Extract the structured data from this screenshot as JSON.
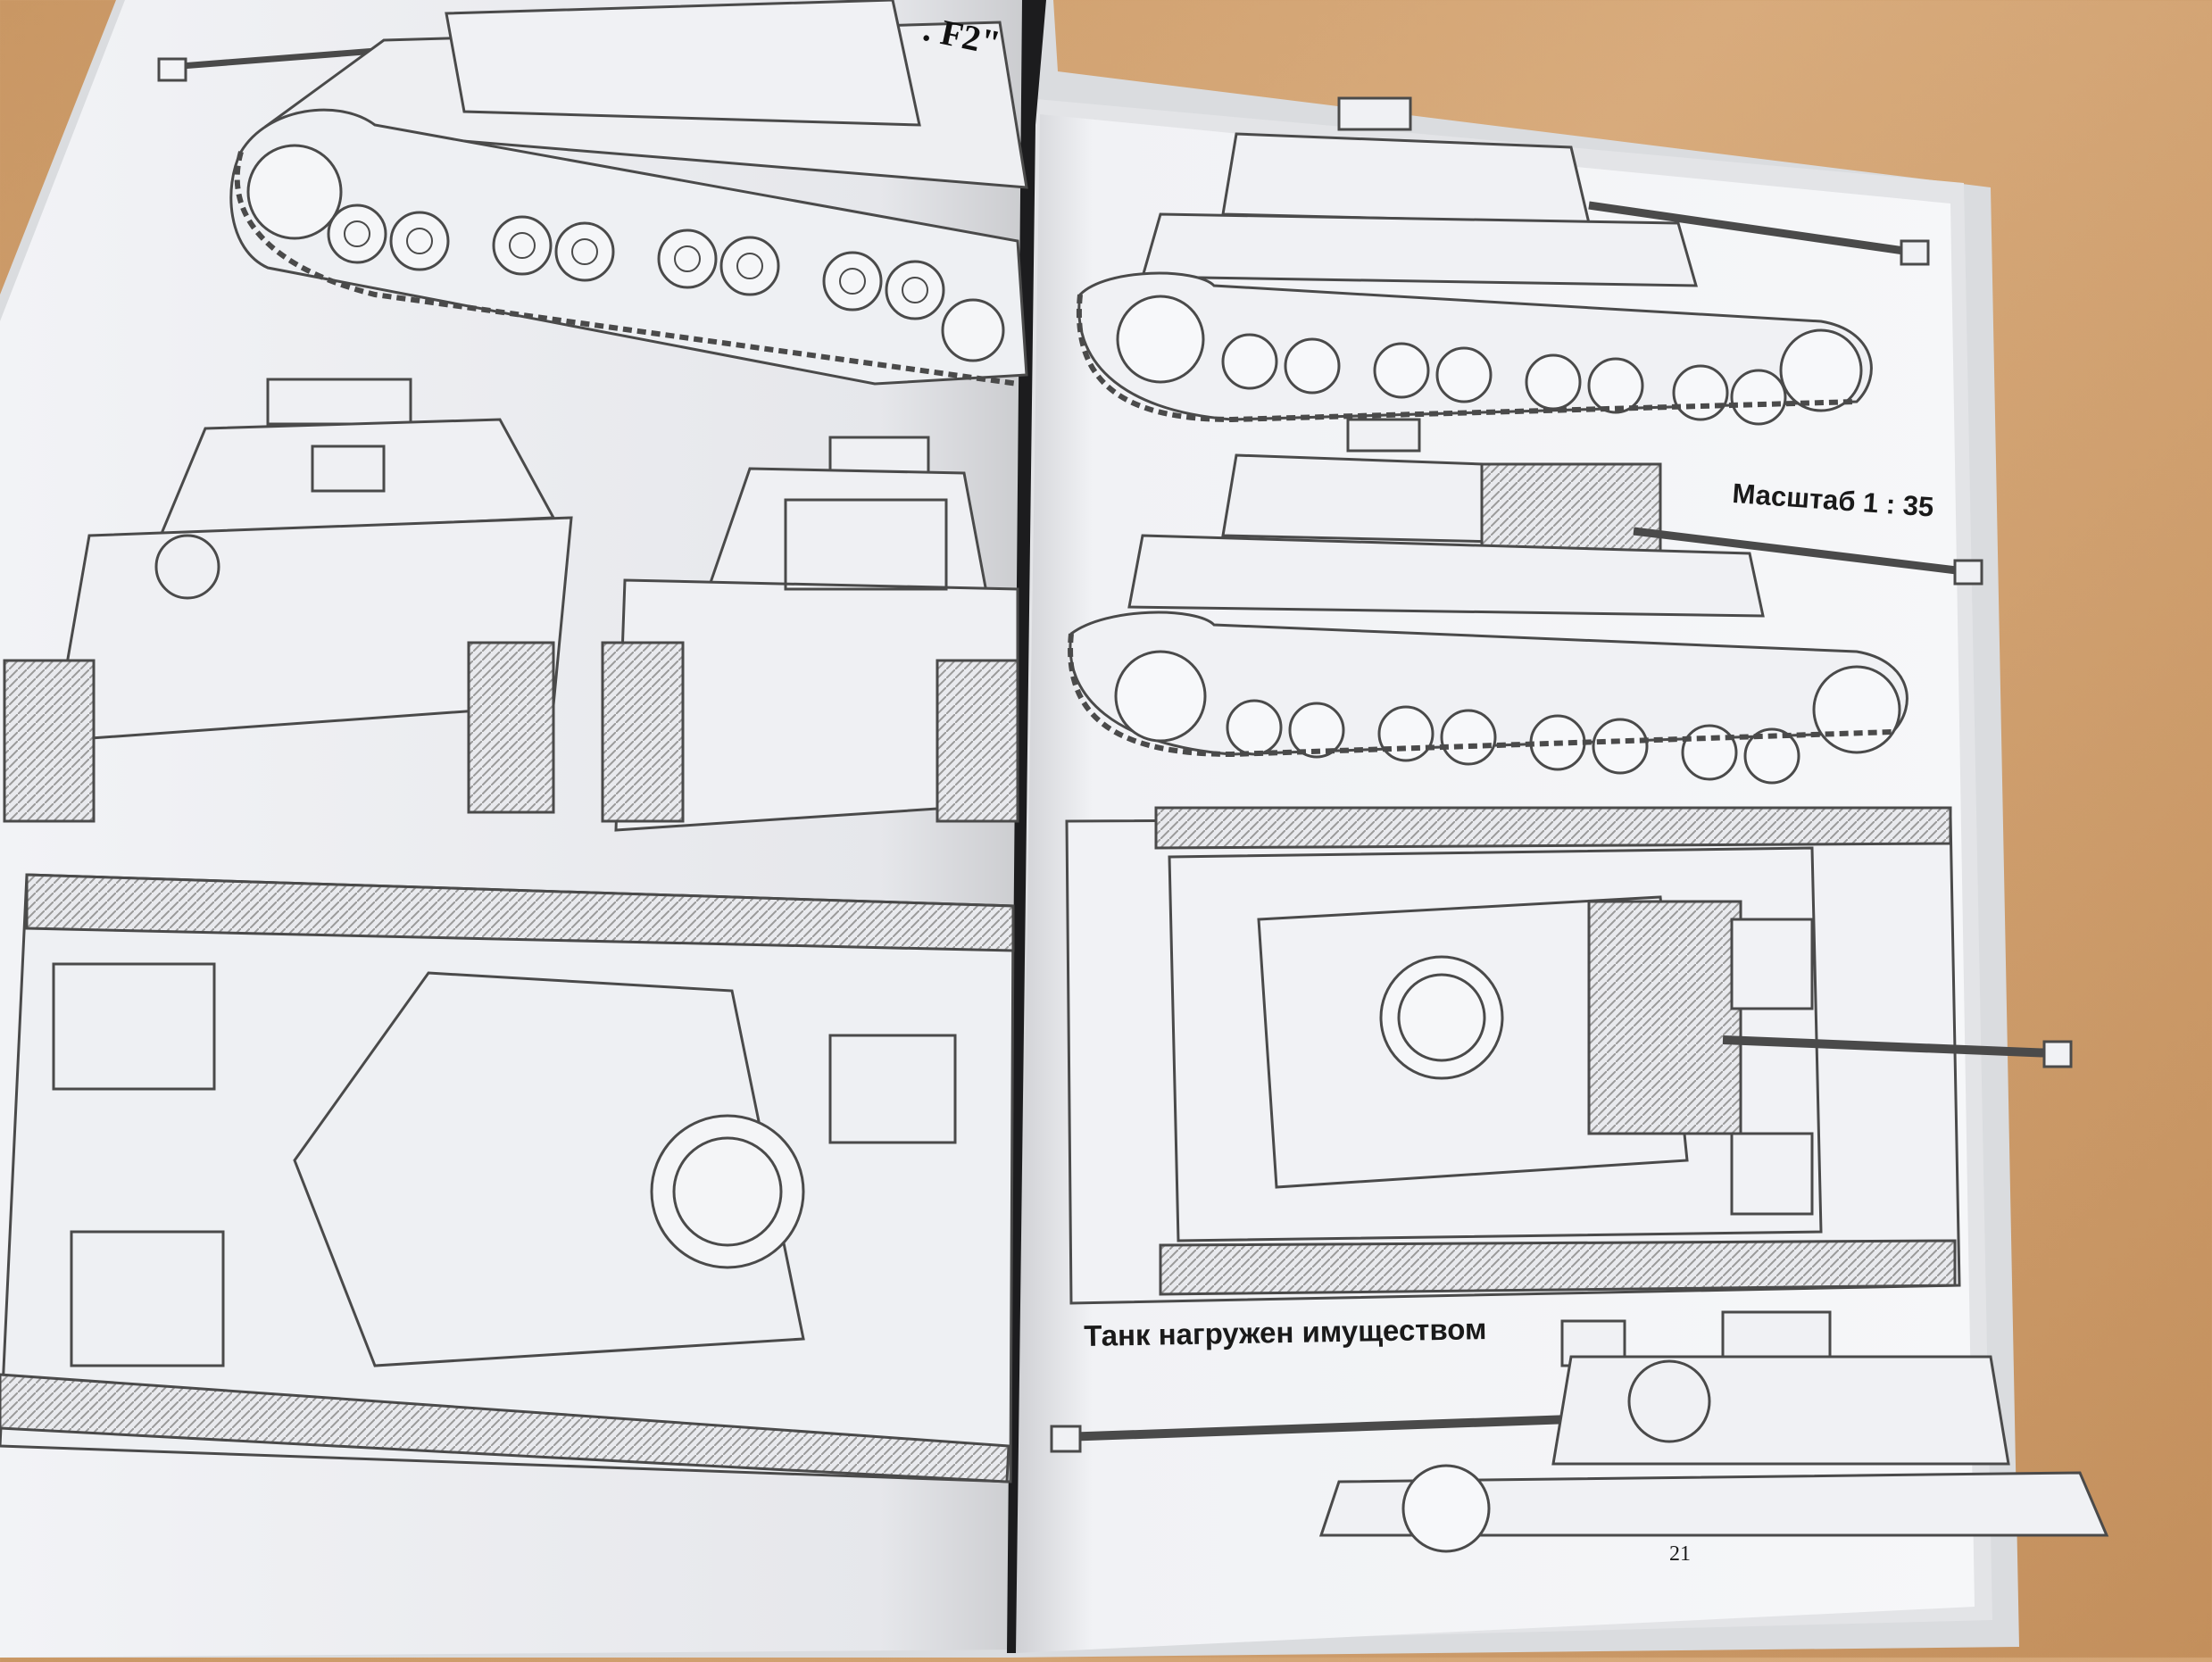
{
  "photo": {
    "subject": "",
    "colors": {
      "table": "#cf9f6e",
      "page": "#f3f4f7",
      "page_right": "#f7f8fa",
      "ink": "#4a4a4a",
      "spine": "#1c1c1e"
    }
  },
  "left_page": {
    "title_fragment": ". F2\""
  },
  "right_page": {
    "scale_label": "Масштаб 1 : 35",
    "loaded_label": "Танк нагружен имуществом",
    "page_number": "21"
  }
}
